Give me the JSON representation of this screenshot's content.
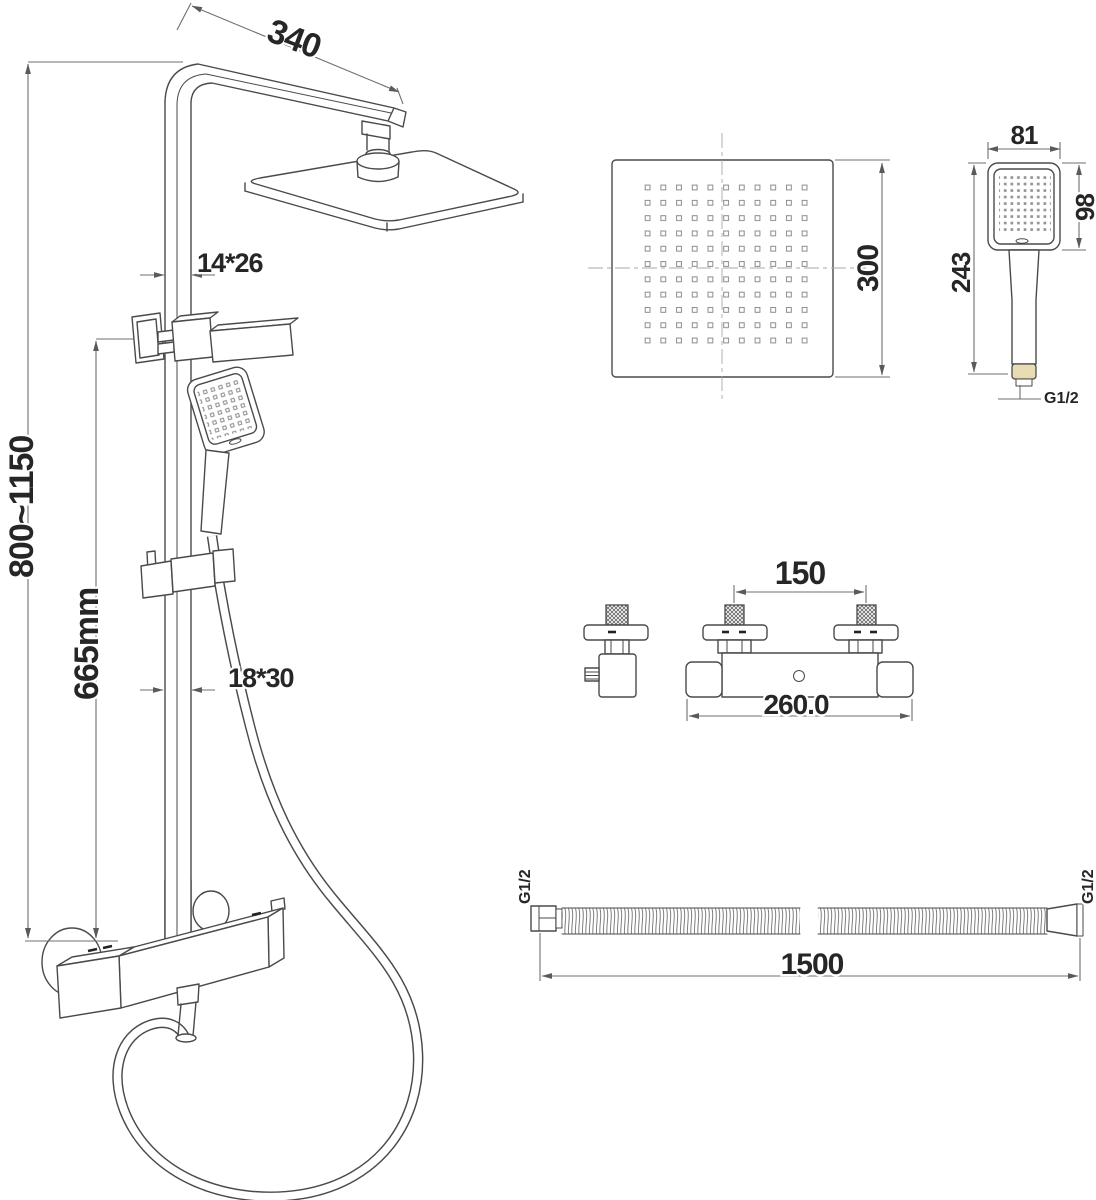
{
  "drawing": {
    "colors": {
      "background": "#ffffff",
      "line": "#4a4a4a",
      "dimension_line": "#6f6f6f",
      "text": "#262626",
      "hand_shower_connector_accent": "#e8ddb2"
    },
    "column_view": {
      "dim_arm_length": "340",
      "dim_pipe_section_top": "14*26",
      "dim_height_range": "800~1150",
      "dim_slide_bar": "665mm",
      "dim_pipe_section_bottom": "18*30"
    },
    "top_view": {
      "dim_head_size": "300"
    },
    "hand_shower_view": {
      "dim_width": "81",
      "dim_face_height": "98",
      "dim_total_length": "243",
      "thread_label": "G1/2"
    },
    "mixer_view": {
      "dim_inlet_centres": "150",
      "dim_body_width": "260.0"
    },
    "hose_view": {
      "dim_length": "1500",
      "thread_label_left": "G1/2",
      "thread_label_right": "G1/2"
    }
  }
}
